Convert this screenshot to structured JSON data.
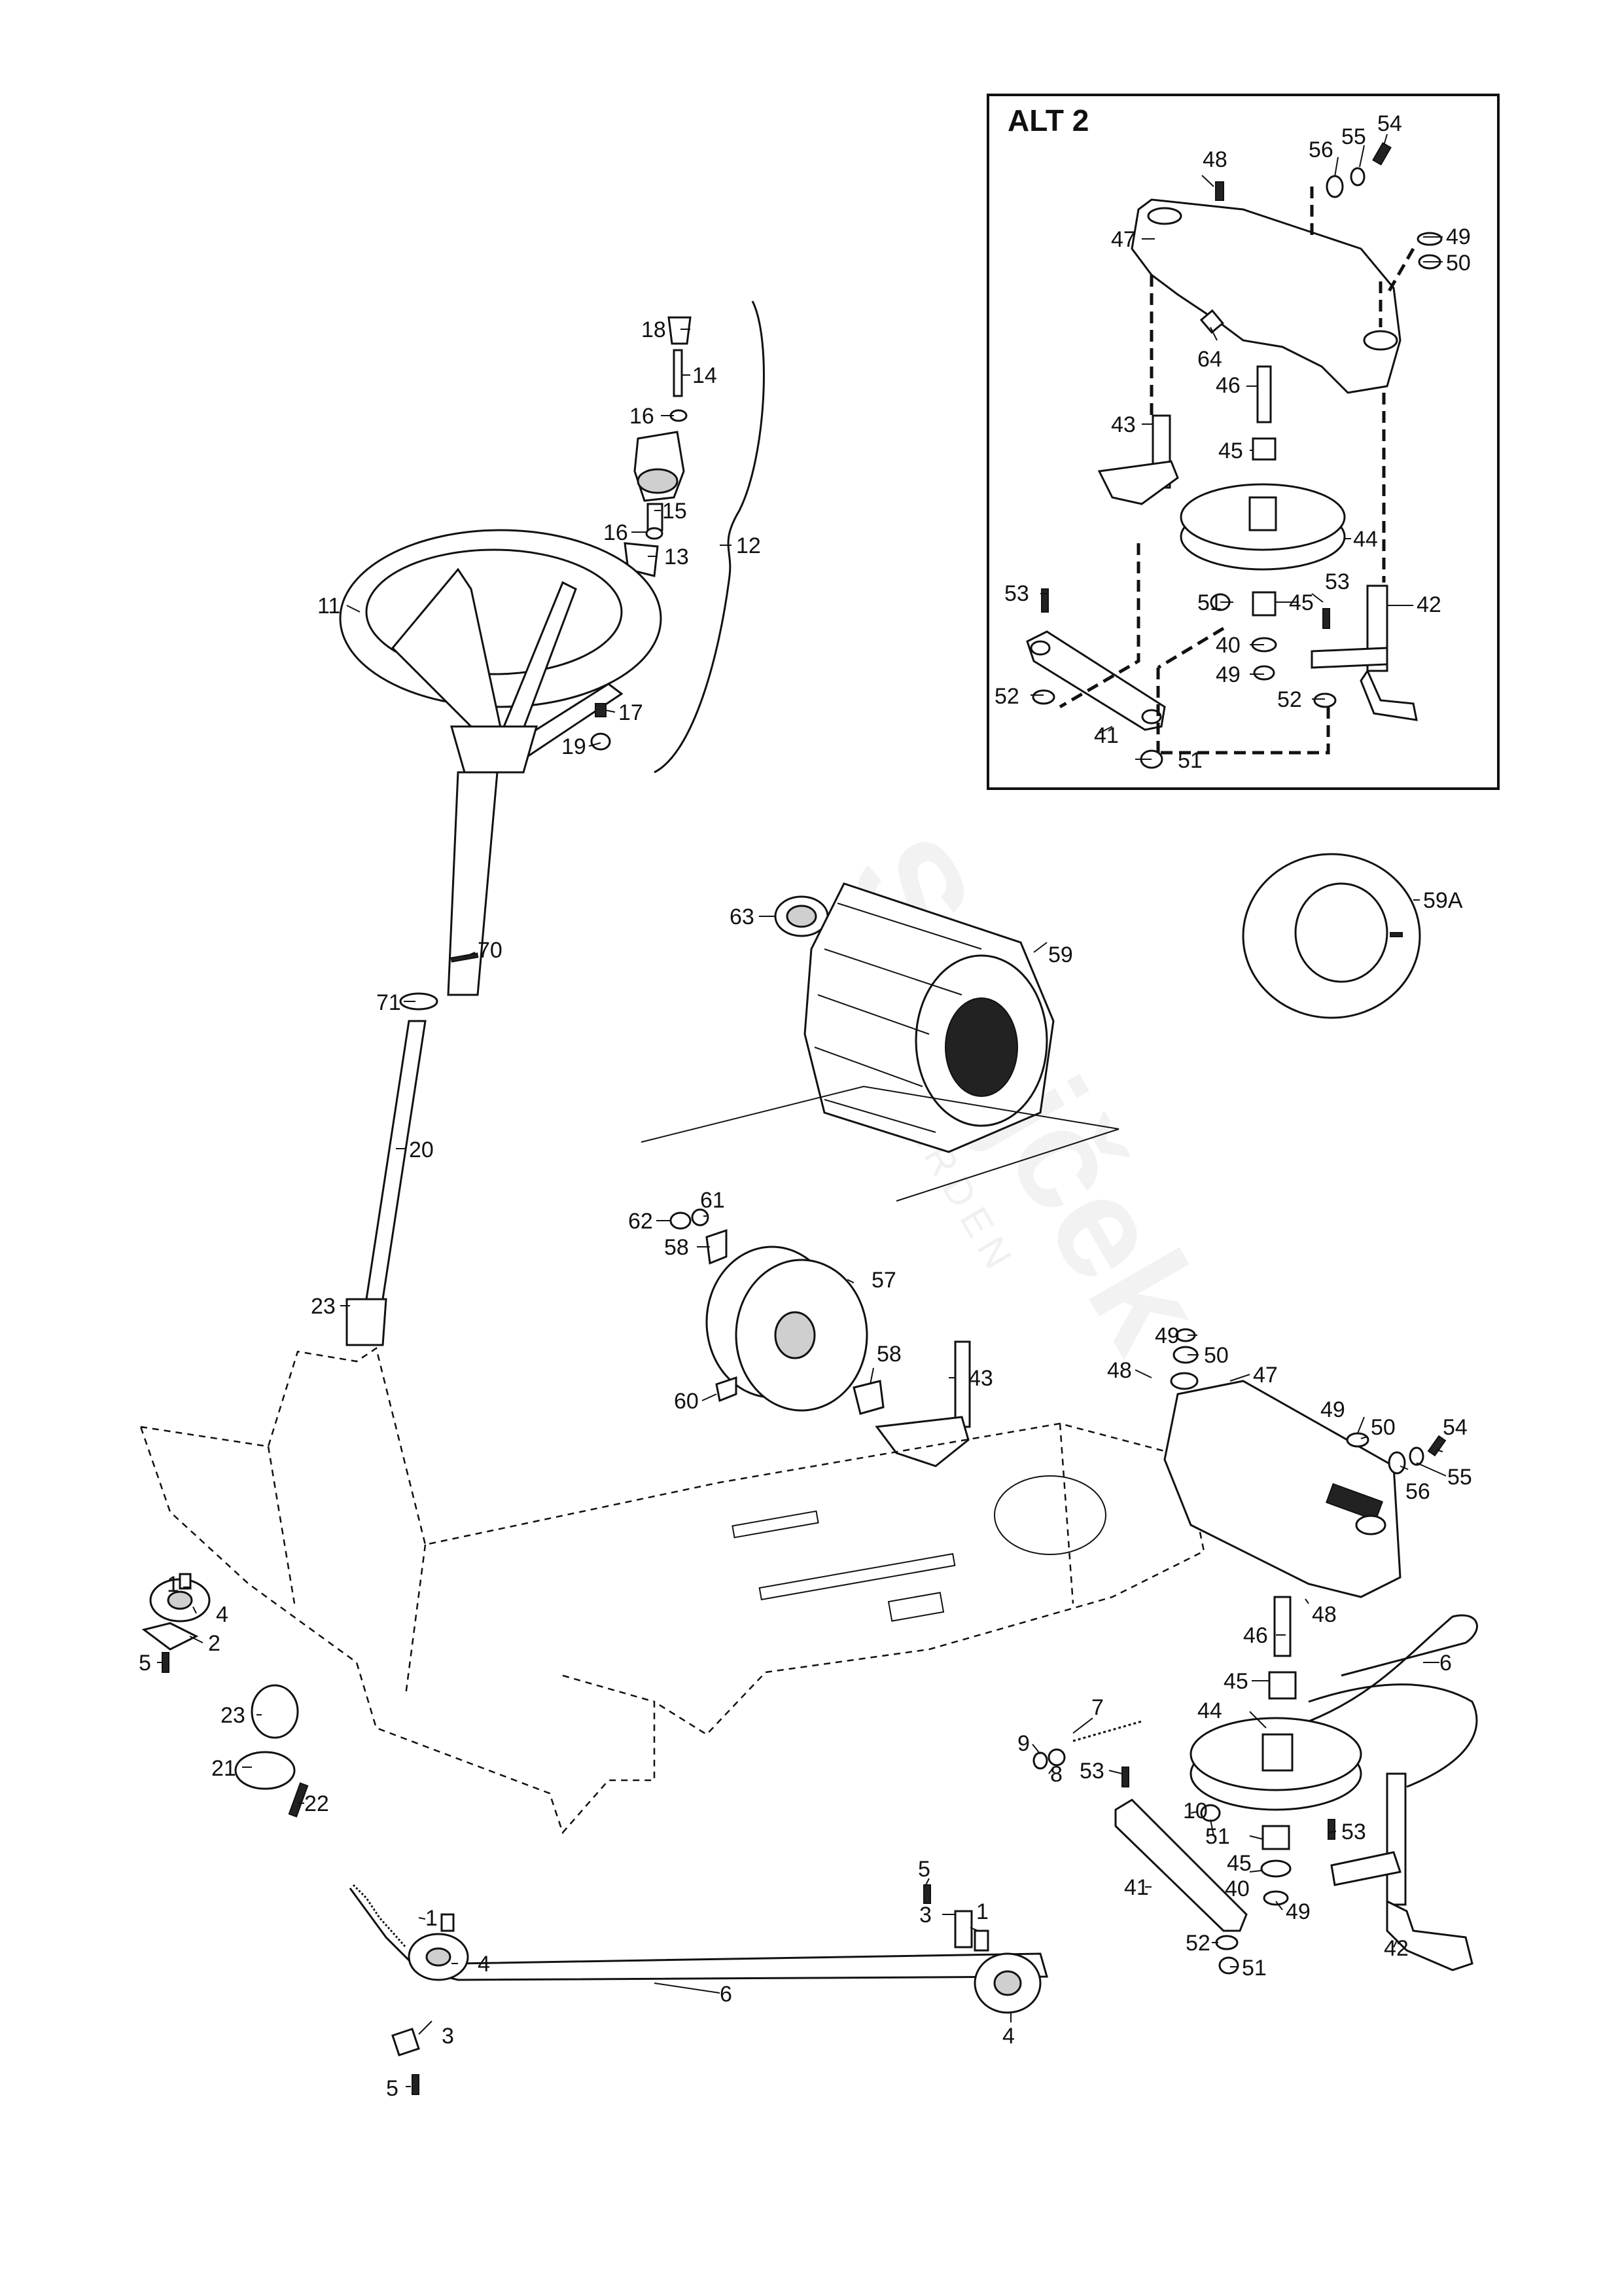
{
  "inset": {
    "title": "ALT 2"
  },
  "watermark": {
    "brand": "Strejček",
    "sub": "GARDEN"
  },
  "callouts": [
    {
      "id": "alt-48",
      "text": "48"
    },
    {
      "id": "alt-56",
      "text": "56"
    },
    {
      "id": "alt-55",
      "text": "55"
    },
    {
      "id": "alt-54",
      "text": "54"
    },
    {
      "id": "alt-47",
      "text": "47"
    },
    {
      "id": "alt-49",
      "text": "49"
    },
    {
      "id": "alt-50",
      "text": "50"
    },
    {
      "id": "alt-64",
      "text": "64"
    },
    {
      "id": "alt-46",
      "text": "46"
    },
    {
      "id": "alt-43",
      "text": "43"
    },
    {
      "id": "alt-45a",
      "text": "45"
    },
    {
      "id": "alt-44",
      "text": "44"
    },
    {
      "id": "alt-53a",
      "text": "53"
    },
    {
      "id": "alt-53b",
      "text": "53"
    },
    {
      "id": "alt-51a",
      "text": "51"
    },
    {
      "id": "alt-45b",
      "text": "45"
    },
    {
      "id": "alt-42",
      "text": "42"
    },
    {
      "id": "alt-40",
      "text": "40"
    },
    {
      "id": "alt-49b",
      "text": "49"
    },
    {
      "id": "alt-52a",
      "text": "52"
    },
    {
      "id": "alt-52b",
      "text": "52"
    },
    {
      "id": "alt-41",
      "text": "41"
    },
    {
      "id": "alt-51b",
      "text": "51"
    },
    {
      "id": "m-18",
      "text": "18"
    },
    {
      "id": "m-14",
      "text": "14"
    },
    {
      "id": "m-16a",
      "text": "16"
    },
    {
      "id": "m-15",
      "text": "15"
    },
    {
      "id": "m-16b",
      "text": "16"
    },
    {
      "id": "m-13",
      "text": "13"
    },
    {
      "id": "m-12",
      "text": "12"
    },
    {
      "id": "m-11",
      "text": "11"
    },
    {
      "id": "m-17",
      "text": "17"
    },
    {
      "id": "m-19",
      "text": "19"
    },
    {
      "id": "m-70",
      "text": "70"
    },
    {
      "id": "m-71",
      "text": "71"
    },
    {
      "id": "m-20",
      "text": "20"
    },
    {
      "id": "m-23a",
      "text": "23"
    },
    {
      "id": "m-63",
      "text": "63"
    },
    {
      "id": "m-59",
      "text": "59"
    },
    {
      "id": "m-59A",
      "text": "59A"
    },
    {
      "id": "m-62",
      "text": "62"
    },
    {
      "id": "m-61",
      "text": "61"
    },
    {
      "id": "m-58a",
      "text": "58"
    },
    {
      "id": "m-57",
      "text": "57"
    },
    {
      "id": "m-58b",
      "text": "58"
    },
    {
      "id": "m-43",
      "text": "43"
    },
    {
      "id": "m-60",
      "text": "60"
    },
    {
      "id": "m-49a",
      "text": "49"
    },
    {
      "id": "m-50a",
      "text": "50"
    },
    {
      "id": "m-48a",
      "text": "48"
    },
    {
      "id": "m-47",
      "text": "47"
    },
    {
      "id": "m-49b",
      "text": "49"
    },
    {
      "id": "m-50b",
      "text": "50"
    },
    {
      "id": "m-54",
      "text": "54"
    },
    {
      "id": "m-55",
      "text": "55"
    },
    {
      "id": "m-56",
      "text": "56"
    },
    {
      "id": "m-46",
      "text": "46"
    },
    {
      "id": "m-48b",
      "text": "48"
    },
    {
      "id": "m-6a",
      "text": "6"
    },
    {
      "id": "m-45a",
      "text": "45"
    },
    {
      "id": "m-44",
      "text": "44"
    },
    {
      "id": "m-7",
      "text": "7"
    },
    {
      "id": "m-9",
      "text": "9"
    },
    {
      "id": "m-8",
      "text": "8"
    },
    {
      "id": "m-53a",
      "text": "53"
    },
    {
      "id": "m-10",
      "text": "10"
    },
    {
      "id": "m-51a",
      "text": "51"
    },
    {
      "id": "m-53b",
      "text": "53"
    },
    {
      "id": "m-45b",
      "text": "45"
    },
    {
      "id": "m-41",
      "text": "41"
    },
    {
      "id": "m-40",
      "text": "40"
    },
    {
      "id": "m-49c",
      "text": "49"
    },
    {
      "id": "m-52",
      "text": "52"
    },
    {
      "id": "m-51b",
      "text": "51"
    },
    {
      "id": "m-42",
      "text": "42"
    },
    {
      "id": "m-1a",
      "text": "1"
    },
    {
      "id": "m-4a",
      "text": "4"
    },
    {
      "id": "m-2",
      "text": "2"
    },
    {
      "id": "m-5a",
      "text": "5"
    },
    {
      "id": "m-23b",
      "text": "23"
    },
    {
      "id": "m-21",
      "text": "21"
    },
    {
      "id": "m-22",
      "text": "22"
    },
    {
      "id": "m-5b",
      "text": "5"
    },
    {
      "id": "m-3a",
      "text": "3"
    },
    {
      "id": "m-1b",
      "text": "1"
    },
    {
      "id": "m-1c",
      "text": "1"
    },
    {
      "id": "m-4b",
      "text": "4"
    },
    {
      "id": "m-3b",
      "text": "3"
    },
    {
      "id": "m-5c",
      "text": "5"
    },
    {
      "id": "m-6b",
      "text": "6"
    },
    {
      "id": "m-4c",
      "text": "4"
    }
  ]
}
